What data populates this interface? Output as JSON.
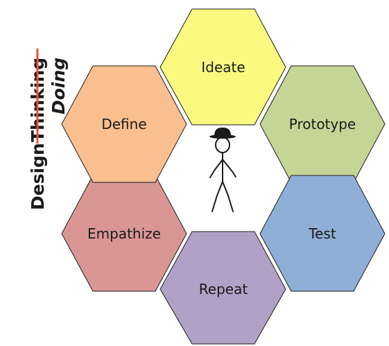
{
  "title": {
    "first_word": "Design",
    "struck_word": "Thinking",
    "replacement_word": "Doing",
    "strike_color": "#e8562a"
  },
  "hexagons": [
    {
      "id": "ideate",
      "label": "Ideate",
      "color": "#fafa80"
    },
    {
      "id": "prototype",
      "label": "Prototype",
      "color": "#c5d596"
    },
    {
      "id": "test",
      "label": "Test",
      "color": "#8fafd6"
    },
    {
      "id": "repeat",
      "label": "Repeat",
      "color": "#b2a1c7"
    },
    {
      "id": "empathize",
      "label": "Empathize",
      "color": "#d99695"
    },
    {
      "id": "define",
      "label": "Define",
      "color": "#fabf8f"
    }
  ],
  "center_icon": "stick-figure-with-hat-icon"
}
